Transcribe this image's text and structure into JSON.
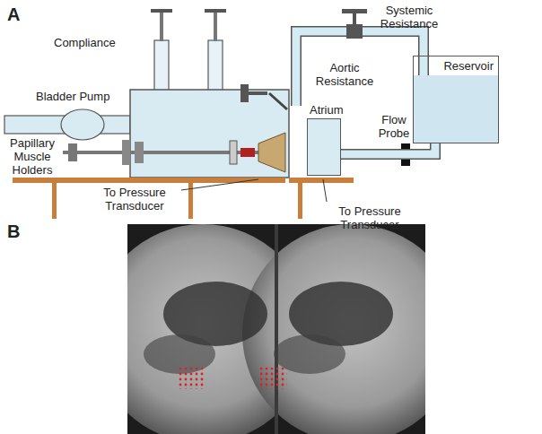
{
  "diagram": {
    "nodes": [
      {
        "text": [
          "Reservoir"
        ]
      },
      {
        "text": [
          "Atrium"
        ]
      }
    ],
    "edges": [
      {
        "from": 0,
        "to": 1,
        "arrow": "none"
      }
    ],
    "labels": [
      "A",
      "Compliance",
      "Systemic Resistance",
      "Aortic Resistance",
      "Bladder Pump",
      "Papillary Muscle Holders",
      "Flow Probe",
      "To Pressure Transducer",
      "To Pressure Transducer",
      "B"
    ]
  }
}
